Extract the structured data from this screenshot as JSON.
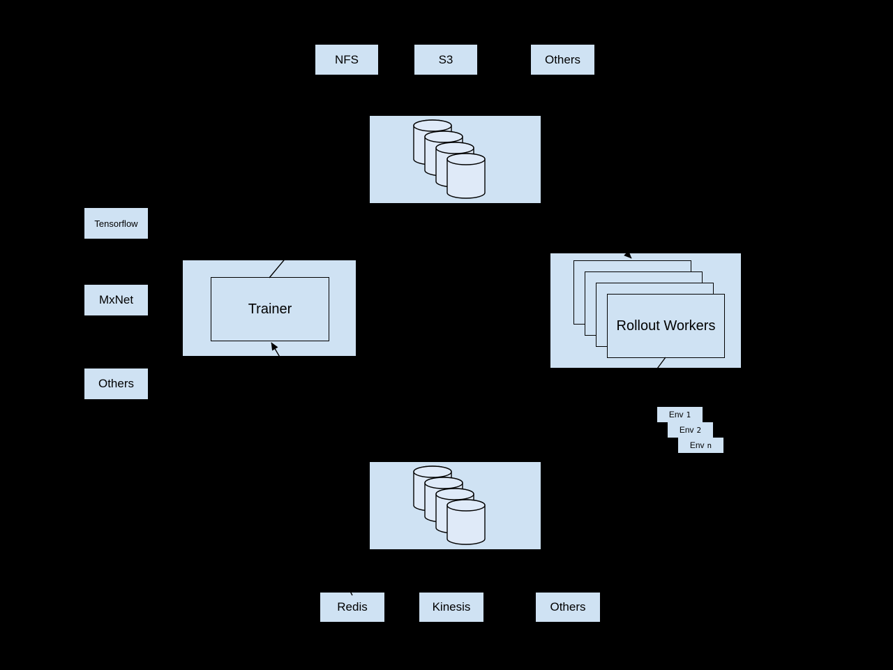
{
  "diagram": {
    "top_sources": [
      {
        "label": "NFS"
      },
      {
        "label": "S3"
      },
      {
        "label": "Others"
      }
    ],
    "frameworks": [
      {
        "label": "Tensorflow"
      },
      {
        "label": "MxNet"
      },
      {
        "label": "Others"
      }
    ],
    "trainer": {
      "label": "Trainer"
    },
    "rollout_workers": {
      "label": "Rollout Workers"
    },
    "environments": [
      {
        "label": "Env",
        "index": "1"
      },
      {
        "label": "Env",
        "index": "2"
      },
      {
        "label": "Env",
        "index": "n"
      }
    ],
    "bottom_stores": [
      {
        "label": "Redis"
      },
      {
        "label": "Kinesis"
      },
      {
        "label": "Others"
      }
    ],
    "colors": {
      "background": "#000000",
      "box_fill": "#cfe2f3",
      "cylinder_fill": "#dfeaf8",
      "line_stroke": "#000000"
    }
  }
}
